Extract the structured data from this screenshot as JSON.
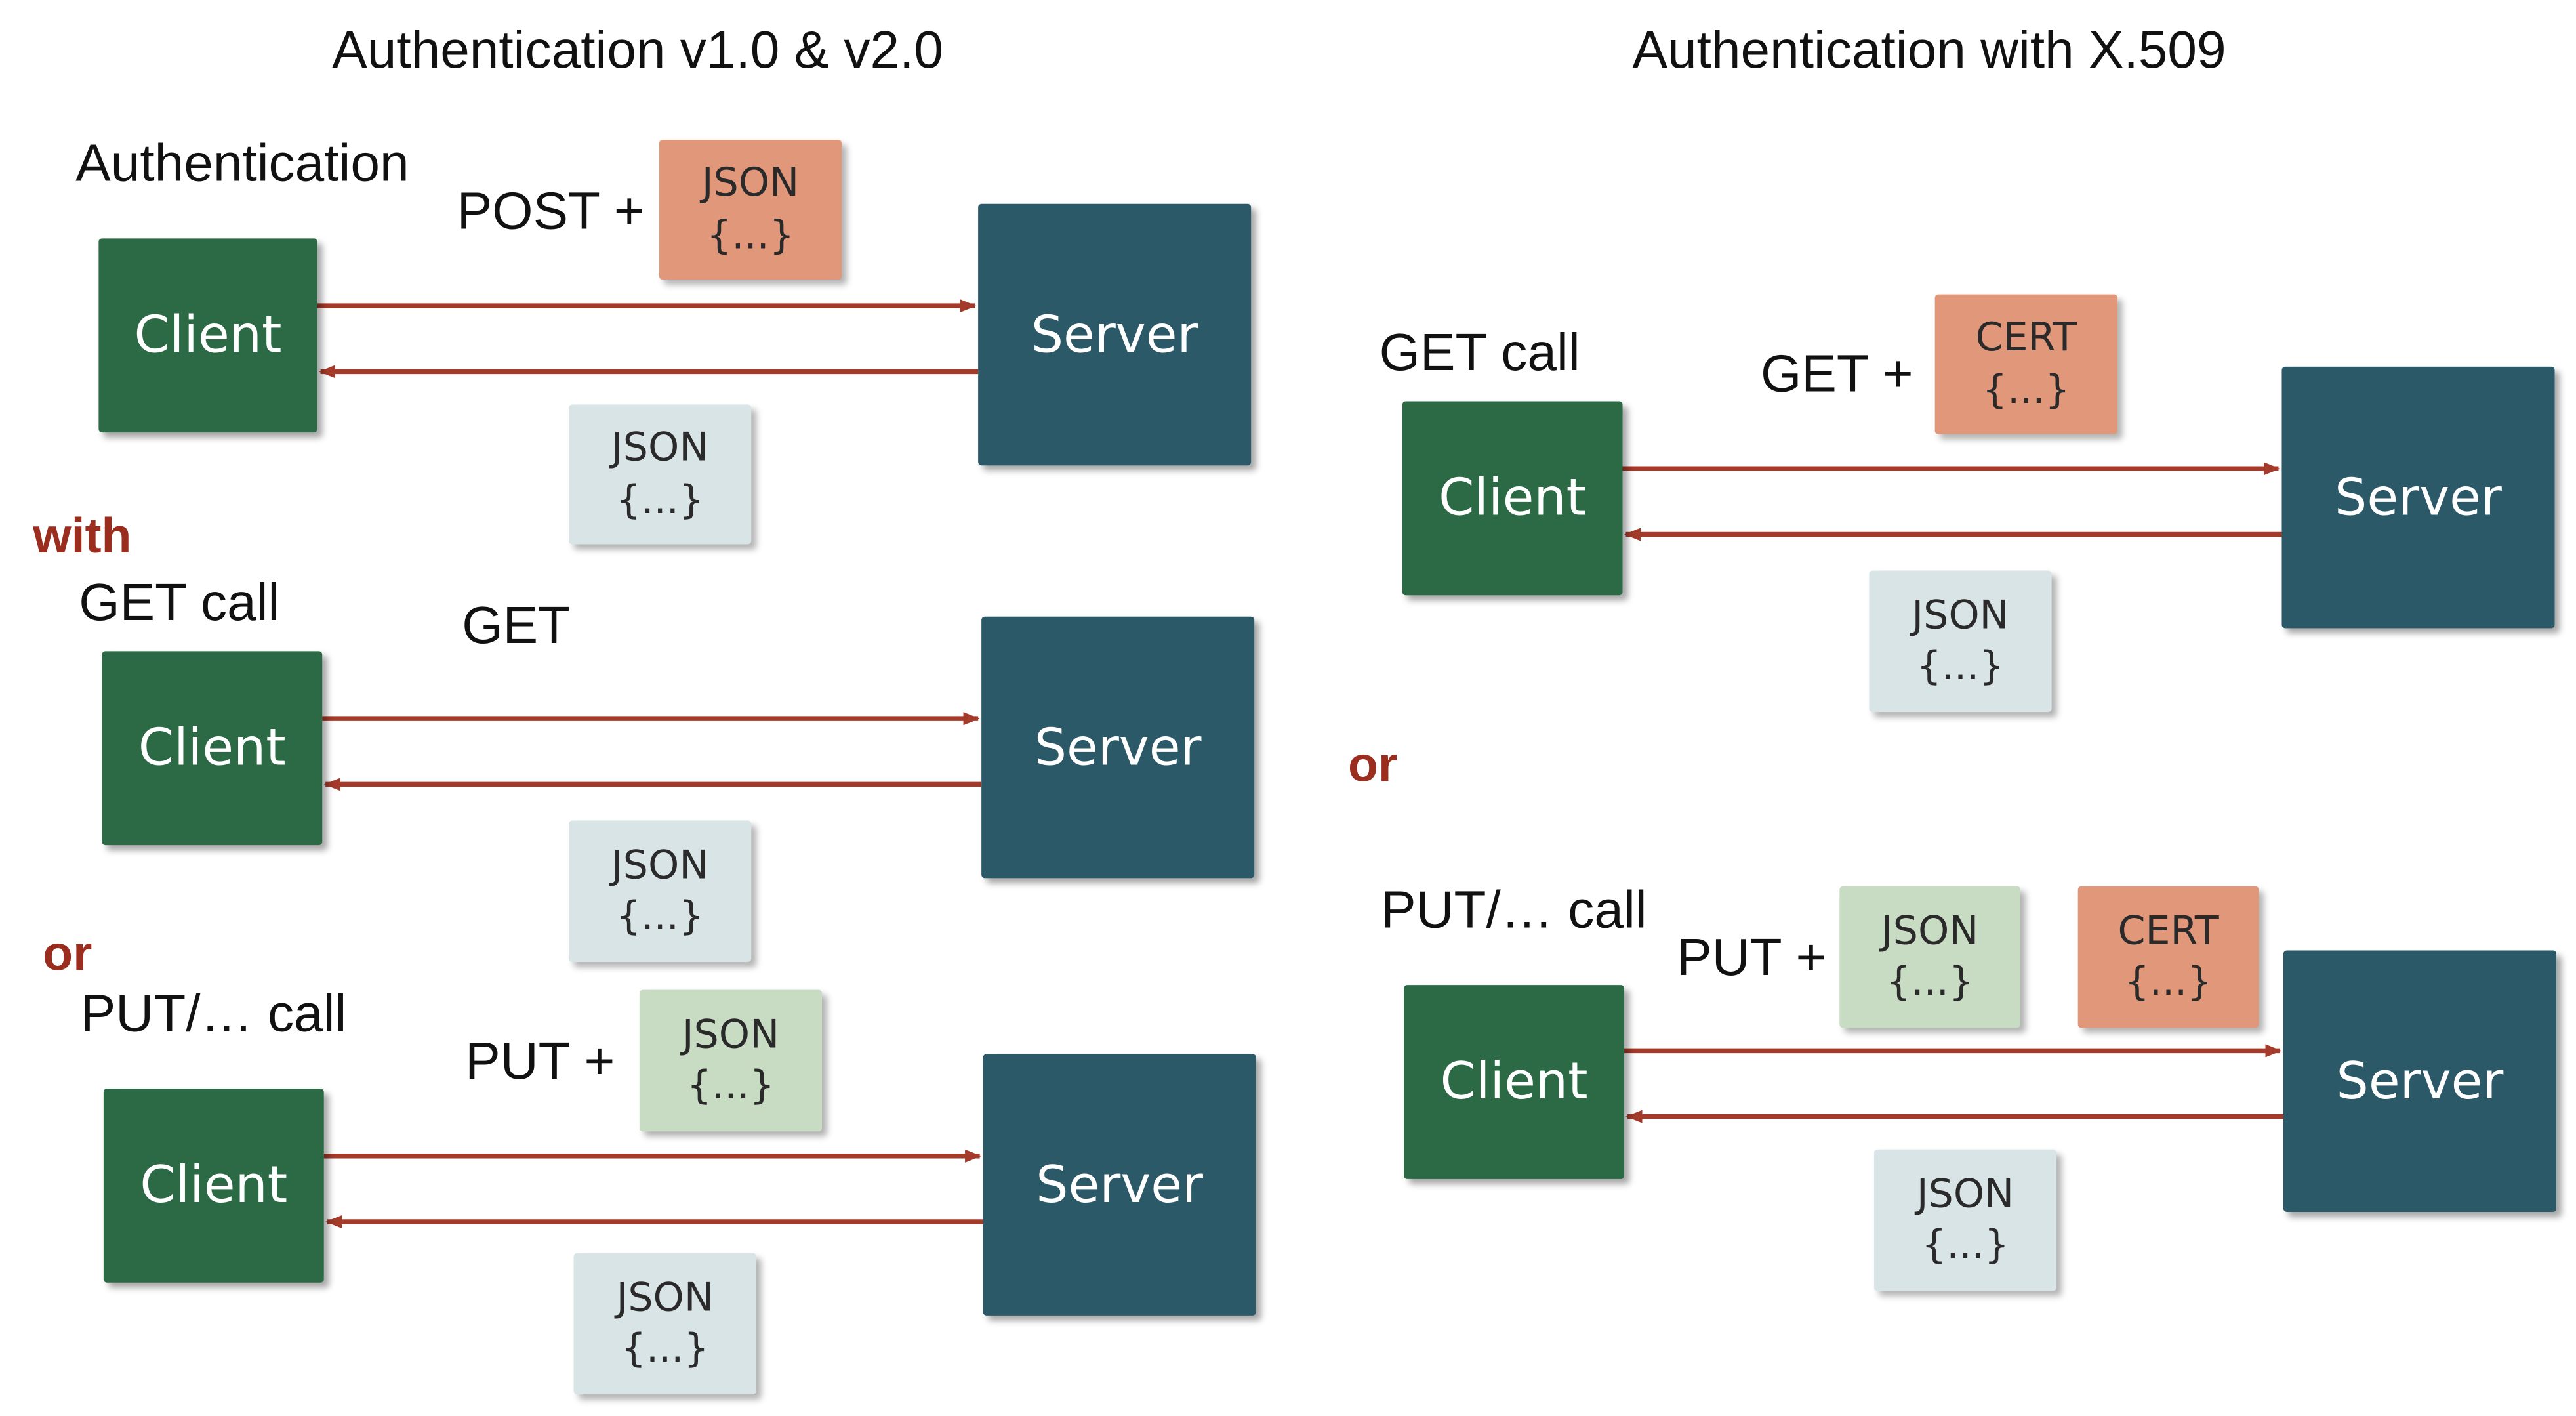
{
  "left_section": {
    "title": "Authentication v1.0 & v2.0",
    "row1": {
      "label": "Authentication",
      "method": "POST +",
      "request_chip": {
        "type": "JSON",
        "body": "{...}"
      },
      "client": "Client",
      "server": "Server",
      "response_chip": {
        "type": "JSON",
        "body": "{...}"
      }
    },
    "connector_with": "with",
    "row2": {
      "label": "GET call",
      "method": "GET",
      "client": "Client",
      "server": "Server",
      "response_chip": {
        "type": "JSON",
        "body": "{...}"
      }
    },
    "connector_or": "or",
    "row3": {
      "label": "PUT/… call",
      "method": "PUT +",
      "request_chip": {
        "type": "JSON",
        "body": "{...}"
      },
      "client": "Client",
      "server": "Server",
      "response_chip": {
        "type": "JSON",
        "body": "{...}"
      }
    }
  },
  "right_section": {
    "title": "Authentication with X.509",
    "row1": {
      "label": "GET call",
      "method": "GET +",
      "request_chip": {
        "type": "CERT",
        "body": "{...}"
      },
      "client": "Client",
      "server": "Server",
      "response_chip": {
        "type": "JSON",
        "body": "{...}"
      }
    },
    "connector_or": "or",
    "row2": {
      "label": "PUT/… call",
      "method": "PUT +",
      "request_chip_json": {
        "type": "JSON",
        "body": "{...}"
      },
      "request_chip_cert": {
        "type": "CERT",
        "body": "{...}"
      },
      "client": "Client",
      "server": "Server",
      "response_chip": {
        "type": "JSON",
        "body": "{...}"
      }
    }
  },
  "colors": {
    "client": "#2c6a45",
    "server": "#2b5968",
    "arrow": "#a33a2a",
    "connector_text": "#9b2d1f",
    "chip_json_response": "#d9e4e6",
    "chip_json_request": "#c8dbc3",
    "chip_post_json": "#e0977a",
    "chip_cert": "#e0977a"
  }
}
